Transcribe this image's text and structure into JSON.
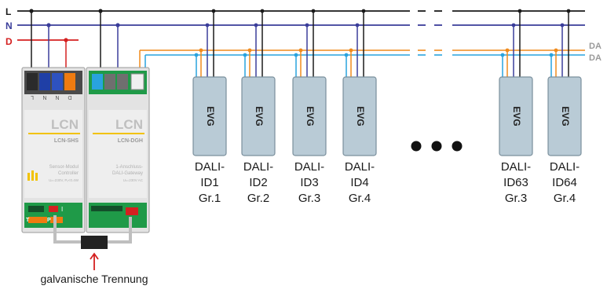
{
  "lines": {
    "L": {
      "label": "L",
      "color": "#1a1a1a"
    },
    "N": {
      "label": "N",
      "color": "#3a3d9a"
    },
    "D": {
      "label": "D",
      "color": "#d42020"
    },
    "DA1": {
      "label": "DA",
      "color": "#f08a1c"
    },
    "DA2": {
      "label": "DA",
      "color": "#29a3de"
    }
  },
  "modules": [
    {
      "brand": "LCN",
      "model": "LCN-SHS",
      "desc_line1": "Sensor-Modul",
      "desc_line2": "Controller",
      "rating": "Uₙ=230V, Pᵥ<0.4W",
      "terminals": [
        "L",
        "N",
        "N",
        "D"
      ],
      "port_label": "I",
      "t_label": "T",
      "p_label": "P"
    },
    {
      "brand": "LCN",
      "model": "LCN-DGH",
      "desc_line1": "1-Anschluss-",
      "desc_line2": "DALI-Gateway",
      "rating": "Uₙ=230V AC"
    }
  ],
  "ballasts": [
    {
      "label": "EVG",
      "name": "DALI-",
      "id": "ID1",
      "group": "Gr.1"
    },
    {
      "label": "EVG",
      "name": "DALI-",
      "id": "ID2",
      "group": "Gr.2"
    },
    {
      "label": "EVG",
      "name": "DALI-",
      "id": "ID3",
      "group": "Gr.3"
    },
    {
      "label": "EVG",
      "name": "DALI-",
      "id": "ID4",
      "group": "Gr.4"
    },
    {
      "label": "EVG",
      "name": "DALI-",
      "id": "ID63",
      "group": "Gr.3"
    },
    {
      "label": "EVG",
      "name": "DALI-",
      "id": "ID64",
      "group": "Gr.4"
    }
  ],
  "isolation_label": "galvanische Trennung",
  "colors": {
    "ballast_fill": "#b9cbd6",
    "ballast_stroke": "#7a8f9c",
    "module_body": "#dcdcdc",
    "module_green": "#1f9a48",
    "accent_yellow": "#f2c200",
    "isolator": "#222222",
    "cable": "#bfbfbf"
  }
}
